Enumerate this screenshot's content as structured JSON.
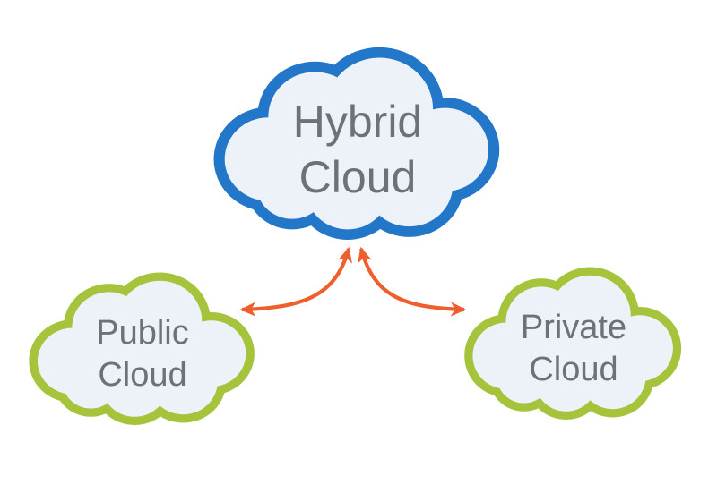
{
  "diagram": {
    "background_color": "#ffffff",
    "nodes": [
      {
        "id": "hybrid-cloud",
        "label_line1": "Hybrid",
        "label_line2": "Cloud",
        "shape": "cloud",
        "outline_color": "#2377c8",
        "fill_color": "#edf2f9",
        "text_color": "#6c717a",
        "position": "top-center"
      },
      {
        "id": "public-cloud",
        "label_line1": "Public",
        "label_line2": "Cloud",
        "shape": "cloud",
        "outline_color": "#a6c33c",
        "fill_color": "#edf2f9",
        "text_color": "#6c717a",
        "position": "bottom-left"
      },
      {
        "id": "private-cloud",
        "label_line1": "Private",
        "label_line2": "Cloud",
        "shape": "cloud",
        "outline_color": "#a6c33c",
        "fill_color": "#edf2f9",
        "text_color": "#6c717a",
        "position": "bottom-right"
      }
    ],
    "edges": [
      {
        "from": "public-cloud",
        "to": "hybrid-cloud",
        "arrow": "double-headed",
        "curve": "curved",
        "color": "#ee5f2d"
      },
      {
        "from": "private-cloud",
        "to": "hybrid-cloud",
        "arrow": "double-headed",
        "curve": "curved",
        "color": "#ee5f2d"
      }
    ]
  }
}
